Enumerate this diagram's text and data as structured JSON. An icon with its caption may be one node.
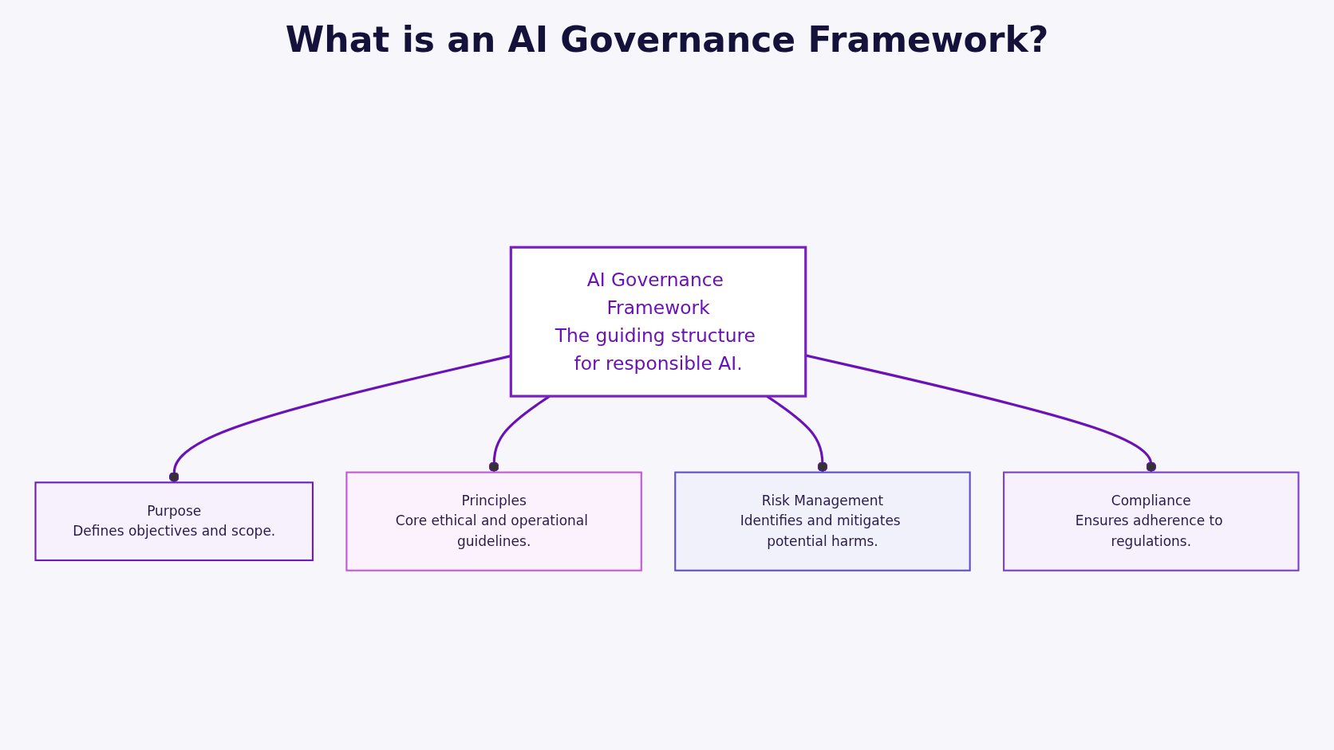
{
  "diagram": {
    "title": "What is an AI Governance Framework?",
    "nodes": [
      {
        "text": [
          "AI Governance Framework",
          "The guiding structure for responsible AI."
        ]
      },
      {
        "text": [
          "Purpose",
          "Defines objectives and scope."
        ]
      },
      {
        "text": [
          "Principles",
          "Core ethical and operational guidelines."
        ]
      },
      {
        "text": [
          "Risk Management",
          "Identifies and mitigates potential harms."
        ]
      },
      {
        "text": [
          "Compliance",
          "Ensures adherence to regulations."
        ]
      }
    ],
    "edges": [
      {
        "from": 0,
        "to": 1,
        "arrow": "other"
      },
      {
        "from": 0,
        "to": 2,
        "arrow": "other"
      },
      {
        "from": 0,
        "to": 3,
        "arrow": "other"
      },
      {
        "from": 0,
        "to": 4,
        "arrow": "other"
      }
    ]
  }
}
